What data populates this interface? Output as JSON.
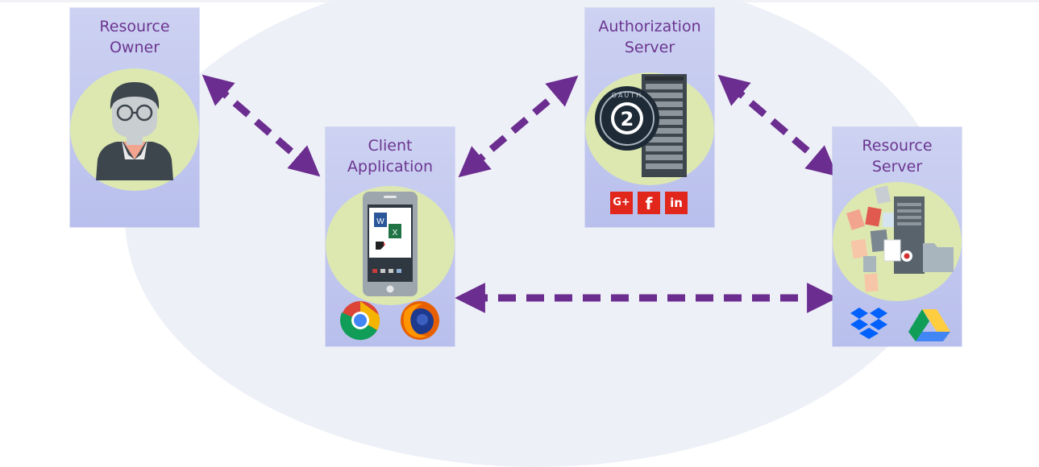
{
  "diagram": {
    "nodes": [
      {
        "id": "resource-owner",
        "label_line1": "Resource",
        "label_line2": "Owner",
        "icon": "user-avatar-icon"
      },
      {
        "id": "client-application",
        "label_line1": "Client",
        "label_line2": "Application",
        "icon": "smartphone-icon",
        "footer_icons": [
          "chrome-icon",
          "firefox-icon"
        ]
      },
      {
        "id": "authorization-server",
        "label_line1": "Authorization",
        "label_line2": "Server",
        "icon": "oauth2-server-icon",
        "footer_icons": [
          "google-plus-icon",
          "facebook-icon",
          "linkedin-icon"
        ]
      },
      {
        "id": "resource-server",
        "label_line1": "Resource",
        "label_line2": "Server",
        "icon": "file-server-icon",
        "footer_icons": [
          "dropbox-icon",
          "google-drive-icon"
        ]
      }
    ],
    "edges": [
      {
        "from": "resource-owner",
        "to": "client-application",
        "style": "dashed",
        "bidirectional": true
      },
      {
        "from": "client-application",
        "to": "authorization-server",
        "style": "dashed",
        "bidirectional": true
      },
      {
        "from": "authorization-server",
        "to": "resource-server",
        "style": "dashed",
        "bidirectional": true
      },
      {
        "from": "client-application",
        "to": "resource-server",
        "style": "dashed",
        "bidirectional": true
      }
    ],
    "oauth_badge_number": "2",
    "oauth_badge_text": "OAUTH",
    "social_labels": {
      "google": "G+",
      "facebook": "f",
      "linkedin": "in"
    },
    "doc_letters": {
      "word": "W",
      "excel": "X"
    },
    "colors": {
      "arrow": "#6b2d8f",
      "title": "#6b3590",
      "card": "#c3c9f0",
      "circle": "#dde8b0",
      "background_blob": "#eef0f8"
    }
  }
}
